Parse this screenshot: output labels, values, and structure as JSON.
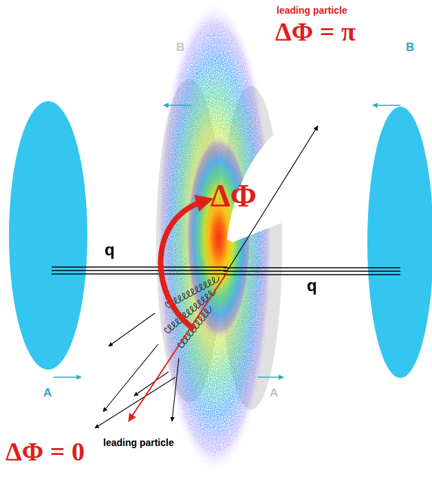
{
  "diagram": {
    "labels": [
      "leading particle",
      "ΔΦ = π",
      "B",
      "B",
      "ΔΦ",
      "q",
      "q",
      "A",
      "A",
      "ΔΦ = 0",
      "leading particle"
    ]
  }
}
